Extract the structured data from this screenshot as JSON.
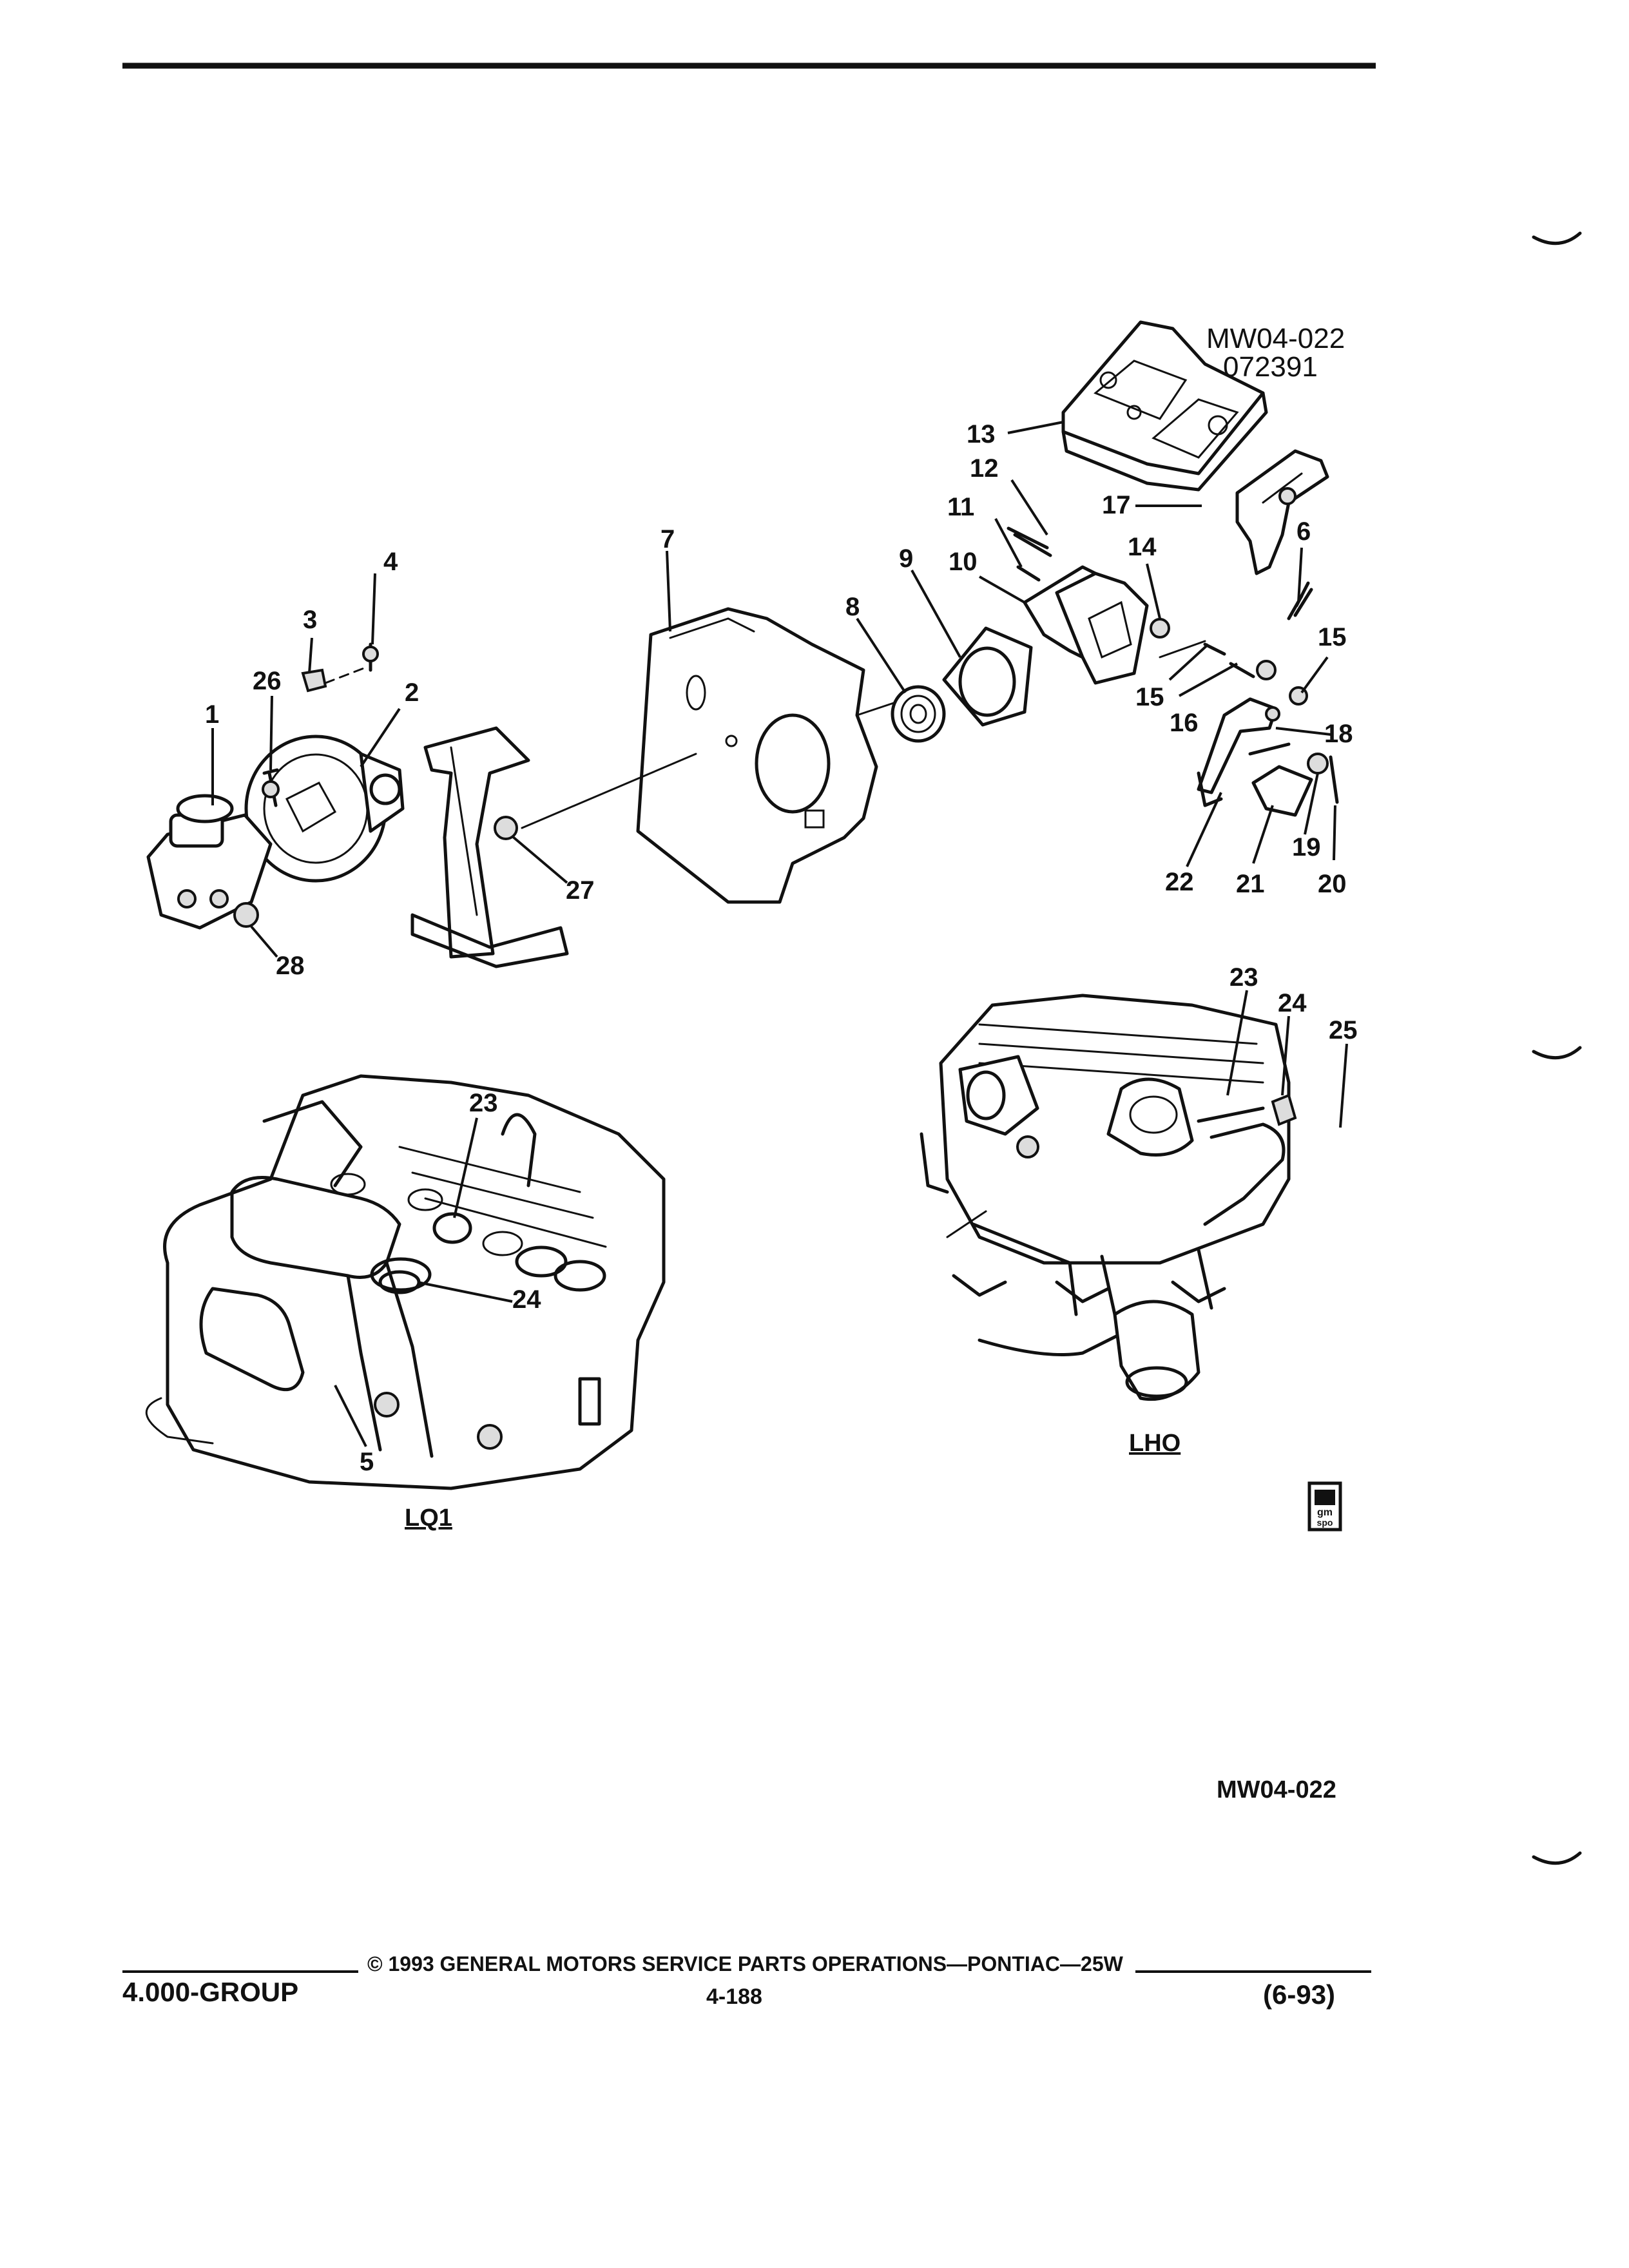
{
  "figure": {
    "ref_code": "MW04-022",
    "date_code": "072391",
    "bottom_code": "MW04-022"
  },
  "callouts": [
    "1",
    "2",
    "3",
    "4",
    "5",
    "6",
    "7",
    "8",
    "9",
    "10",
    "11",
    "12",
    "13",
    "14",
    "15",
    "15",
    "16",
    "17",
    "18",
    "19",
    "20",
    "21",
    "22",
    "23",
    "24",
    "25",
    "26",
    "27",
    "28",
    "23",
    "24"
  ],
  "insets": {
    "left_label": "LQ1",
    "right_label": "LHO"
  },
  "badge": {
    "top": "gm",
    "bottom": "spo"
  },
  "footer": {
    "group": "4.000-GROUP",
    "copyright": "© 1993 GENERAL MOTORS SERVICE PARTS OPERATIONS—PONTIAC—25W",
    "page_number": "4-188",
    "revision": "(6-93)"
  }
}
